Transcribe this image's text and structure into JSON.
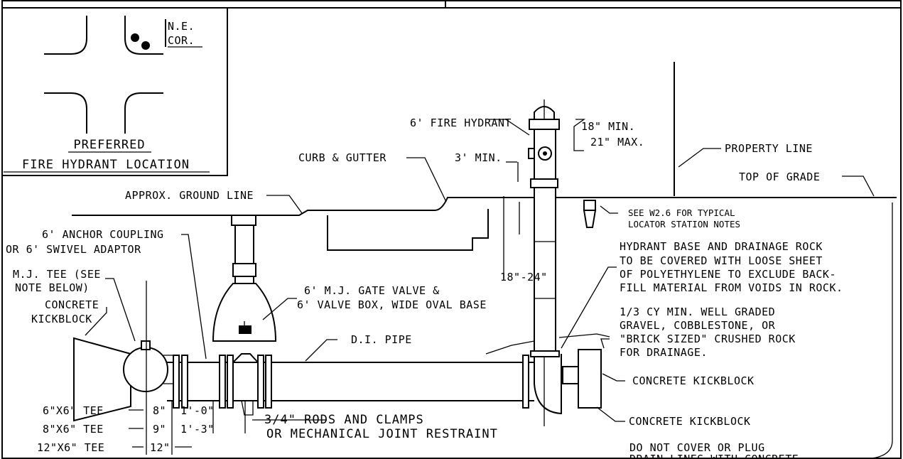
{
  "inset": {
    "nec_label_1": "N.E.",
    "nec_label_2": "COR.",
    "title_1": "PREFERRED",
    "title_2": "FIRE HYDRANT LOCATION"
  },
  "labels": {
    "fire_hydrant": "6' FIRE HYDRANT",
    "dim_18": "18\" MIN.",
    "dim_21": "21\" MAX.",
    "property_line": "PROPERTY LINE",
    "top_of_grade": "TOP OF GRADE",
    "curb_gutter": "CURB & GUTTER",
    "min_3": "3' MIN.",
    "ground_line": "APPROX. GROUND LINE",
    "see_w26_1": "SEE W2.6 FOR TYPICAL",
    "see_w26_2": "LOCATOR STATION NOTES",
    "anchor_1": "6' ANCHOR COUPLING",
    "anchor_2": "OR 6' SWIVEL ADAPTOR",
    "mj_tee_1": "M.J. TEE (SEE",
    "mj_tee_2": "NOTE BELOW)",
    "concrete_1": "CONCRETE",
    "concrete_2": "KICKBLOCK",
    "dim_18_24": "18\"-24\"",
    "gate_valve_1": "6' M.J. GATE VALVE &",
    "gate_valve_2": "6' VALVE BOX, WIDE OVAL BASE",
    "di_pipe": "D.I. PIPE",
    "rock_1": "HYDRANT BASE AND DRAINAGE ROCK",
    "rock_2": "TO BE COVERED WITH LOOSE SHEET",
    "rock_3": "OF POLYETHYLENE TO EXCLUDE BACK-",
    "rock_4": "FILL MATERIAL FROM VOIDS IN ROCK.",
    "gravel_1": "1/3 CY MIN. WELL GRADED",
    "gravel_2": "GRAVEL, COBBLESTONE, OR",
    "gravel_3": "\"BRICK SIZED\" CRUSHED ROCK",
    "gravel_4": "FOR DRAINAGE.",
    "kickblock_right": "CONCRETE KICKBLOCK",
    "kickblock_bottom": "CONCRETE KICKBLOCK",
    "rods_1": "3/4\" RODS AND CLAMPS",
    "rods_2": "OR MECHANICAL JOINT RESTRAINT",
    "drain_1": "DO NOT COVER OR PLUG",
    "drain_2": "DRAIN LINES WITH CONCRETE"
  },
  "tee_table": [
    {
      "tee": "6\"X6\" TEE",
      "a": "8\"",
      "b": "1'-0\""
    },
    {
      "tee": "8\"X6\" TEE",
      "a": "9\"",
      "b": "1'-3\""
    },
    {
      "tee": "12\"X6\" TEE",
      "a": "12\"",
      "b": ""
    }
  ]
}
